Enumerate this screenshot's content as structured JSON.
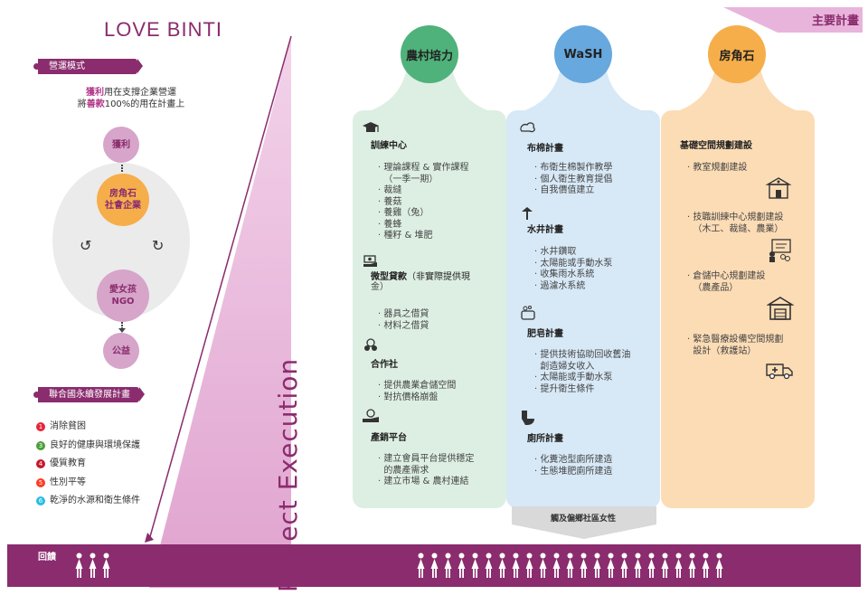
{
  "brand": {
    "logo": "LOVE BINTI"
  },
  "left": {
    "business_model_label": "營運模式",
    "intro_line1_hl": "獲利",
    "intro_line1_rest": "用在支撐企業營運",
    "intro_line2_pre": "將",
    "intro_line2_hl": "善款",
    "intro_line2_rest": "100%的用在計畫上",
    "circle_profit": "獲利",
    "circle_social_enterprise_1": "房角石",
    "circle_social_enterprise_2": "社會企業",
    "circle_ngo_1": "愛女孩",
    "circle_ngo_2": "NGO",
    "circle_public": "公益",
    "sdg_label": "聯合國永續發展計畫",
    "sdgs": [
      {
        "num": "1",
        "text": "消除貧困",
        "color": "#e5243b"
      },
      {
        "num": "3",
        "text": "良好的健康與環境保護",
        "color": "#4c9f38"
      },
      {
        "num": "4",
        "text": "優質教育",
        "color": "#c5192d"
      },
      {
        "num": "5",
        "text": "性別平等",
        "color": "#ff3a21"
      },
      {
        "num": "6",
        "text": "乾淨的水源和衛生條件",
        "color": "#26bde2"
      }
    ],
    "project_execution": "Project Execution"
  },
  "main_plan_label": "主要計畫",
  "columns": {
    "agri": {
      "title": "農村培力",
      "color": "#4fb27a",
      "sections": [
        {
          "title": "訓練中心",
          "items": "· 理論課程 & 實作課程\n  （一季一期）\n· 裁縫\n· 養菇\n· 養雞（兔）\n· 養蜂\n· 種籽 & 堆肥"
        },
        {
          "title": "微型貸款",
          "title_note": "（非實際提供現",
          "title_note2": "金）",
          "items": "· 器具之借貸\n· 材料之借貸"
        },
        {
          "title": "合作社",
          "items": "· 提供農業倉儲空間\n· 對抗價格崩盤"
        },
        {
          "title": "產銷平台",
          "items": "· 建立會員平台提供穩定\n  的農產需求\n· 建立市場 & 農村連結"
        }
      ]
    },
    "wash": {
      "title": "WaSH",
      "color": "#67a8de",
      "sections": [
        {
          "title": "布棉計畫",
          "items": "· 布衛生棉製作教學\n· 個人衛生教育提倡\n· 自我價值建立"
        },
        {
          "title": "水井計畫",
          "items": "· 水井鑽取\n· 太陽能或手動水泵\n· 收集雨水系統\n· 過濾水系統"
        },
        {
          "title": "肥皂計畫",
          "items": "· 提供技術協助回收舊油\n  創造婦女收入\n· 太陽能或手動水泵\n· 提升衛生條件"
        },
        {
          "title": "廁所計畫",
          "items": "· 化糞池型廁所建造\n· 生態堆肥廁所建造"
        }
      ]
    },
    "corner": {
      "title": "房角石",
      "color": "#f6ae4a",
      "sections": [
        {
          "title": "基礎空間規劃建設",
          "items": ""
        },
        {
          "title": "",
          "items": "· 教室規劃建設"
        },
        {
          "title": "",
          "items": "· 技職訓練中心規劃建設\n  （木工、裁縫、農業）"
        },
        {
          "title": "",
          "items": "· 倉儲中心規劃建設\n  （農產品）"
        },
        {
          "title": "",
          "items": "· 緊急醫療設備空間規劃\n  設計（救護站）"
        }
      ]
    }
  },
  "reach_label": "觸及偏鄉社區女性",
  "bottom": {
    "return_label": "回饋",
    "left_people_count": 3,
    "right_people_count": 23
  },
  "colors": {
    "brand": "#8a2c6e",
    "pink_light": "#e8b4dc",
    "green": "#4fb27a",
    "blue": "#67a8de",
    "orange": "#f6ae4a"
  }
}
